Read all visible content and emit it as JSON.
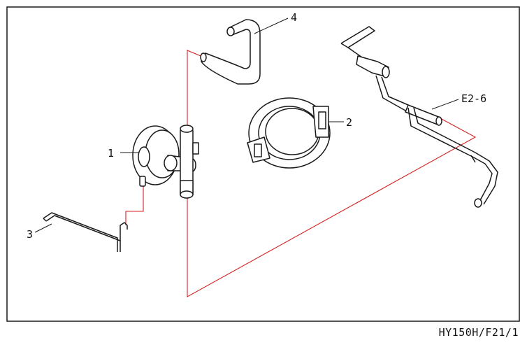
{
  "diagram": {
    "labels": {
      "part_1": "1",
      "part_2": "2",
      "part_3": "3",
      "part_4": "4",
      "part_e2_6": "E2-6"
    },
    "document_code": "HY150H/F21/1",
    "colors": {
      "outline": "#1a1a1a",
      "hose_route": "#d42020",
      "background": "#ffffff"
    }
  }
}
